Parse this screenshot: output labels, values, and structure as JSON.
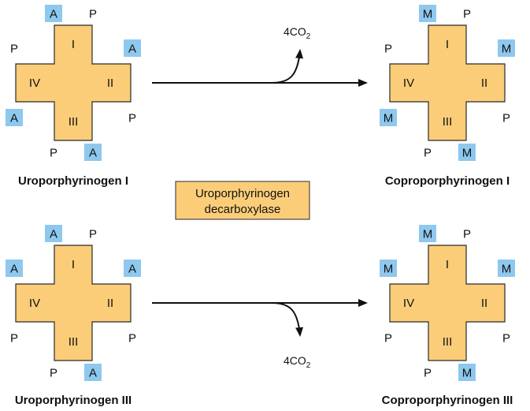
{
  "colors": {
    "cross_fill": "#fbcd79",
    "cross_stroke": "#2a2a2a",
    "sub_box": "#8ec8ee",
    "enzyme_fill": "#fbcd79",
    "arrow": "#111111"
  },
  "roman_numerals": [
    "I",
    "II",
    "III",
    "IV"
  ],
  "enzyme": {
    "line1": "Uroporphyrinogen",
    "line2": "decarboxylase"
  },
  "co2_label": {
    "main": "4CO",
    "subscript": "2"
  },
  "molecules": [
    {
      "id": "uro-1",
      "name": "Uroporphyrinogen I",
      "substituents": [
        "A",
        "P",
        "A",
        "P",
        "A",
        "P",
        "A",
        "P"
      ]
    },
    {
      "id": "copro-1",
      "name": "Coproporphyrinogen I",
      "substituents": [
        "M",
        "P",
        "M",
        "P",
        "M",
        "P",
        "M",
        "P"
      ]
    },
    {
      "id": "uro-3",
      "name": "Uroporphyrinogen III",
      "substituents": [
        "A",
        "P",
        "A",
        "P",
        "A",
        "P",
        "P",
        "A"
      ]
    },
    {
      "id": "copro-3",
      "name": "Coproporphyrinogen III",
      "substituents": [
        "M",
        "P",
        "M",
        "P",
        "M",
        "P",
        "P",
        "M"
      ]
    }
  ],
  "highlight_letters": [
    "A",
    "M"
  ]
}
